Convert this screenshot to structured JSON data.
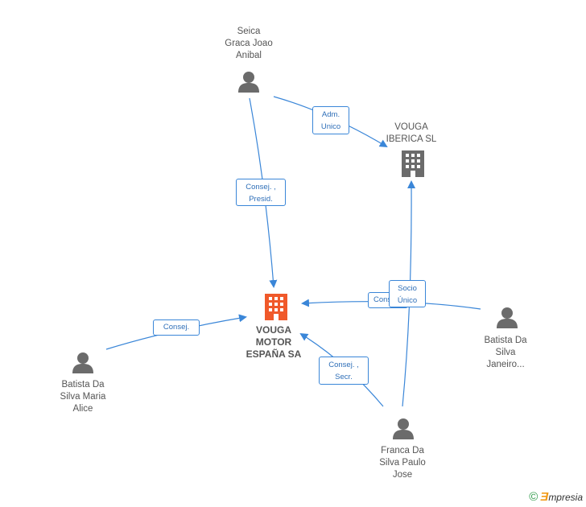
{
  "nodes": {
    "seica": "Seica\nGraca Joao\nAnibal",
    "vouga_iberica": "VOUGA\nIBERICA SL",
    "vouga_motor": "VOUGA\nMOTOR\nESPAÑA SA",
    "batista_janeiro": "Batista Da\nSilva\nJaneiro...",
    "batista_maria": "Batista Da\nSilva Maria\nAlice",
    "franca": "Franca Da\nSilva Paulo\nJose"
  },
  "edges": {
    "seica_iberica": "Adm.\nUnico",
    "seica_motor": "Consej. ,\nPresid.",
    "maria_motor": "Consej.",
    "janeiro_motor": "Consej.",
    "janeiro_motor_hidden": "Cons",
    "franca_iberica": "Socio\nÚnico",
    "franca_motor": "Consej. ,\nSecr."
  },
  "brand": {
    "copyright": "©",
    "e": "Ǝ",
    "name": "mpresia"
  },
  "colors": {
    "edge": "#3a86d8",
    "person_icon": "#6b6b6b",
    "company_icon": "#6b6b6b",
    "main_company_icon": "#f0592a"
  }
}
